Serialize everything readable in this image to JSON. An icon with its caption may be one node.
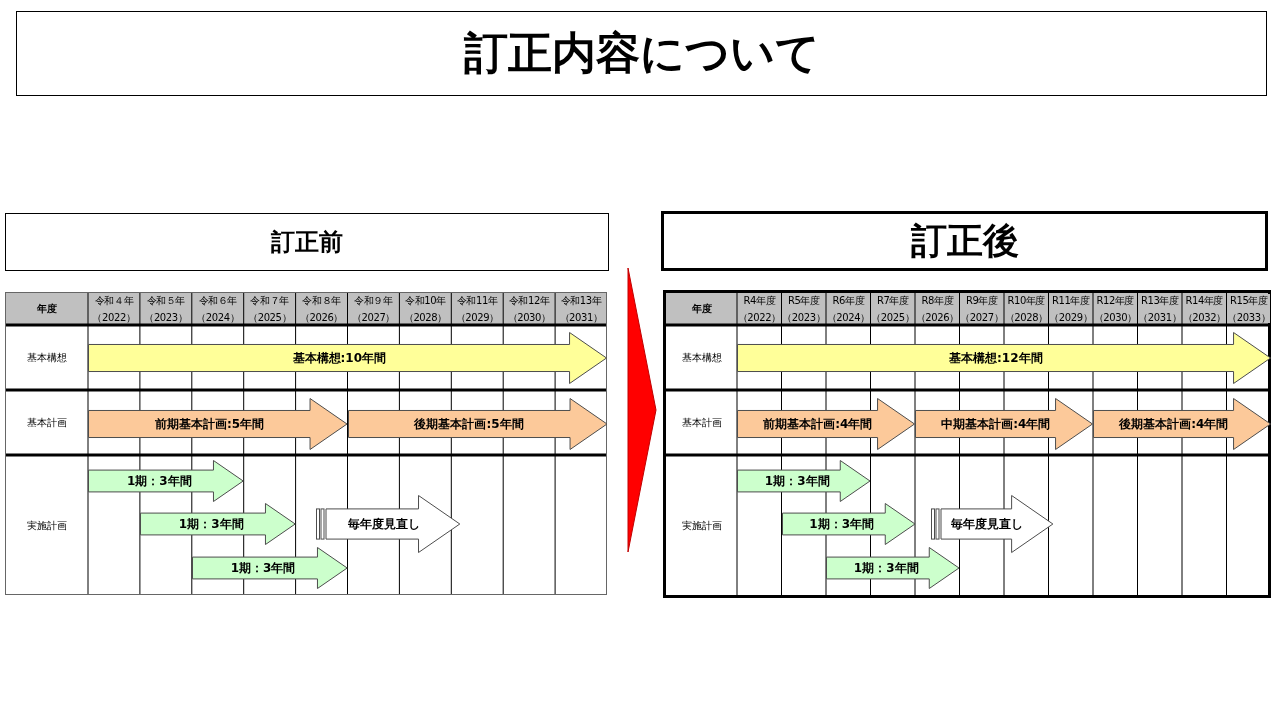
{
  "diagram": {
    "title": "訂正内容について",
    "nodes": [
      {
        "text": [
          "訂正前"
        ]
      },
      {
        "text": [],
        "shape": "table"
      },
      {
        "text": [
          "基本構想:10年間"
        ],
        "in": 1
      },
      {
        "text": [
          "前期基本計画:5年間"
        ],
        "in": 1
      },
      {
        "text": [
          "後期基本計画:5年間"
        ],
        "in": 1
      },
      {
        "text": [
          "1期：3年間"
        ],
        "in": 1
      },
      {
        "text": [
          "1期：3年間"
        ],
        "in": 1
      },
      {
        "text": [
          "1期：3年間"
        ],
        "in": 1
      },
      {
        "text": [
          "毎年度見直し"
        ],
        "in": 1
      },
      {
        "text": [
          "訂正後"
        ]
      },
      {
        "text": [],
        "shape": "table"
      },
      {
        "text": [
          "基本構想:12年間"
        ],
        "in": 10
      },
      {
        "text": [
          "前期基本計画:4年間"
        ],
        "in": 10
      },
      {
        "text": [
          "中期基本計画:4年間"
        ],
        "in": 10
      },
      {
        "text": [
          "後期基本計画:4年間"
        ],
        "in": 10
      },
      {
        "text": [
          "1期：3年間"
        ],
        "in": 10
      },
      {
        "text": [
          "1期：3年間"
        ],
        "in": 10
      },
      {
        "text": [
          "1期：3年間"
        ],
        "in": 10
      },
      {
        "text": [
          "毎年度見直し"
        ],
        "in": 10
      }
    ],
    "edges": [
      {
        "from": 1,
        "to": 10,
        "arrow": "to"
      }
    ],
    "labels": [
      "年度",
      "令和４年（2022）",
      "令和５年（2023）",
      "令和６年（2024）",
      "令和７年（2025）",
      "令和８年（2026）",
      "令和９年（2027）",
      "令和10年（2028）",
      "令和11年（2029）",
      "令和12年（2030）",
      "令和13年（2031）",
      "基本構想",
      "基本計画",
      "実施計画",
      "年度",
      "R4年度（2022）",
      "R5年度（2023）",
      "R6年度（2024）",
      "R7年度（2025）",
      "R8年度（2026）",
      "R9年度（2027）",
      "R10年度（2028）",
      "R11年度（2029）",
      "R12年度（2030）",
      "R13年度（2031）",
      "R14年度（2032）",
      "R15年度（2033）",
      "基本構想",
      "基本計画",
      "実施計画"
    ]
  }
}
